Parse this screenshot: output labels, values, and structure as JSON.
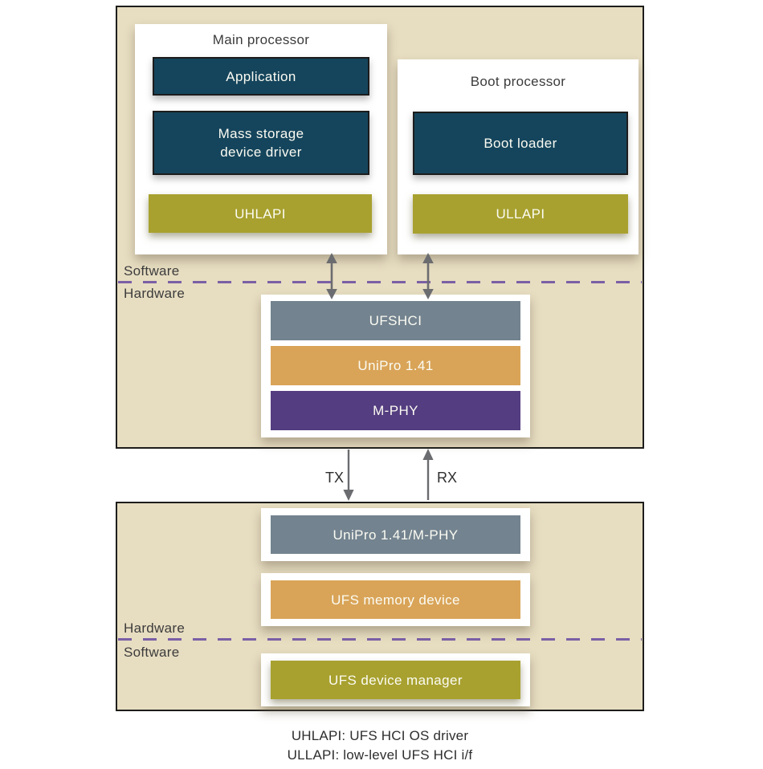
{
  "top_box": {
    "main_processor": {
      "title": "Main processor",
      "application": "Application",
      "mass_storage_line1": "Mass storage",
      "mass_storage_line2": "device driver",
      "api": "UHLAPI"
    },
    "boot_processor": {
      "title": "Boot processor",
      "boot_loader": "Boot loader",
      "api": "ULLAPI"
    },
    "divider": {
      "above": "Software",
      "below": "Hardware"
    },
    "controller_stack": {
      "ufshci": "UFSHCI",
      "unipro": "UniPro 1.41",
      "mphy": "M-PHY"
    }
  },
  "link": {
    "tx": "TX",
    "rx": "RX"
  },
  "bottom_box": {
    "unipro_mphy": "UniPro 1.41/M-PHY",
    "ufs_memory_device": "UFS memory device",
    "divider": {
      "above": "Hardware",
      "below": "Software"
    },
    "ufs_device_manager": "UFS device manager"
  },
  "legend": {
    "line1": "UHLAPI: UFS HCI OS driver",
    "line2": "ULLAPI: low-level UFS HCI i/f"
  },
  "colors": {
    "panel_background": "#e7ddc1",
    "dark_navy": "#15455c",
    "olive": "#a8a12f",
    "slate": "#73838f",
    "orange": "#d9a458",
    "purple": "#543d80",
    "dashed_divider": "#7a5fa6",
    "arrow_gray": "#6b6c6f"
  }
}
